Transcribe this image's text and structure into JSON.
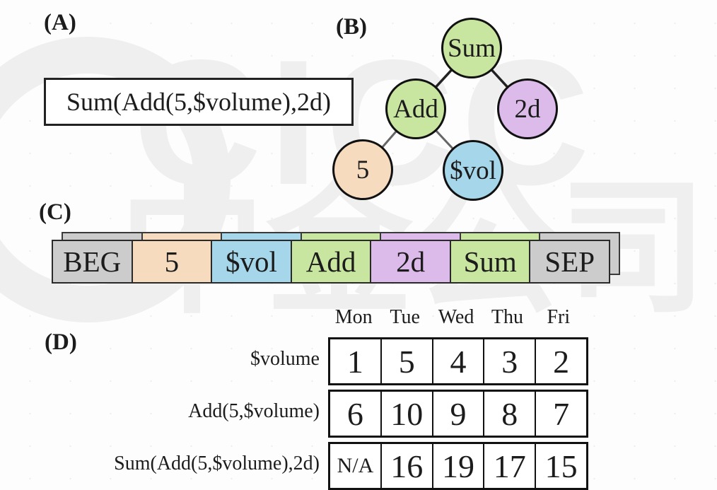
{
  "colors": {
    "green": "#c9e6a0",
    "purple": "#dcbaea",
    "blue": "#a6d6e9",
    "peach": "#f6dbbf",
    "gray": "#cccccc"
  },
  "watermark": {
    "latin": "CICC",
    "cjk": "中金公司"
  },
  "panel_a": {
    "label": "(A)",
    "formula": "Sum(Add(5,$volume),2d)"
  },
  "panel_b": {
    "label": "(B)",
    "nodes": [
      {
        "id": "sum",
        "label": "Sum",
        "color": "#c9e6a0"
      },
      {
        "id": "add",
        "label": "Add",
        "color": "#c9e6a0"
      },
      {
        "id": "2d",
        "label": "2d",
        "color": "#dcbaea"
      },
      {
        "id": "5",
        "label": "5",
        "color": "#f6dbbf"
      },
      {
        "id": "vol",
        "label": "$vol",
        "color": "#a6d6e9"
      }
    ],
    "edges": [
      "Sum-Add",
      "Sum-2d",
      "Add-5",
      "Add-$vol"
    ]
  },
  "panel_c": {
    "label": "(C)",
    "tokens": [
      {
        "label": "BEG",
        "color": "#cccccc"
      },
      {
        "label": "5",
        "color": "#f6dbbf"
      },
      {
        "label": "$vol",
        "color": "#a6d6e9"
      },
      {
        "label": "Add",
        "color": "#c9e6a0"
      },
      {
        "label": "2d",
        "color": "#dcbaea"
      },
      {
        "label": "Sum",
        "color": "#c9e6a0"
      },
      {
        "label": "SEP",
        "color": "#cccccc"
      }
    ]
  },
  "panel_d": {
    "label": "(D)",
    "day_headers": [
      "Mon",
      "Tue",
      "Wed",
      "Thu",
      "Fri"
    ],
    "rows": [
      {
        "label": "$volume",
        "values": [
          "1",
          "5",
          "4",
          "3",
          "2"
        ]
      },
      {
        "label": "Add(5,$volume)",
        "values": [
          "6",
          "10",
          "9",
          "8",
          "7"
        ]
      },
      {
        "label": "Sum(Add(5,$volume),2d)",
        "values": [
          "N/A",
          "16",
          "19",
          "17",
          "15"
        ]
      }
    ]
  }
}
